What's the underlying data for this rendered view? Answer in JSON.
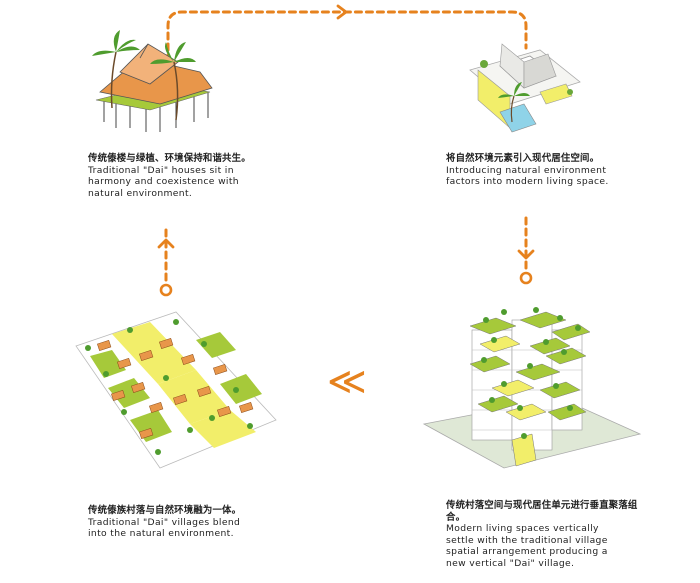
{
  "captions": {
    "top_left": {
      "zh": "传统傣楼与绿植、环境保持和谐共生。",
      "en": "Traditional \"Dai\" houses sit in\nharmony and coexistence with\nnatural environment."
    },
    "top_right": {
      "zh": "将自然环境元素引入现代居住空间。",
      "en": "Introducing natural environment\nfactors into modern living space."
    },
    "bottom_left": {
      "zh": "传统傣族村落与自然环境融为一体。",
      "en": "Traditional \"Dai\" villages blend\ninto the natural environment."
    },
    "bottom_right": {
      "zh": "传统村落空间与现代居住单元进行垂直聚落组合。",
      "en": "Modern living spaces vertically\nsettle with the traditional village\nspatial arrangement producing a\nnew vertical \"Dai\" village."
    }
  },
  "center_symbol": "≪",
  "colors": {
    "arrow": "#e6821e",
    "roof_orange": "#e8964a",
    "green": "#a6c93a",
    "yellow": "#f0ec3a"
  }
}
